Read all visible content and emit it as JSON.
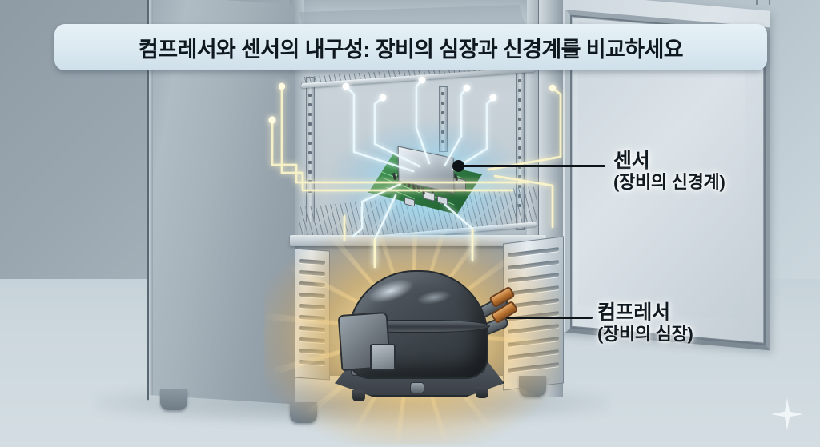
{
  "title": {
    "text": "컴프레서와 센서의 내구성: 장비의 심장과 신경계를 비교하세요"
  },
  "callouts": [
    {
      "id": "sensor",
      "label": "센서",
      "sublabel": "(장비의 신경계)",
      "target": "circuit-board-sensor"
    },
    {
      "id": "compressor",
      "label": "컴프레서",
      "sublabel": "(장비의 심장)",
      "target": "compressor-unit"
    }
  ],
  "scene": {
    "subject": "commercial-refrigerator-cutaway",
    "sensor_glow_color": "#8cdcfa",
    "compressor_glow_color": "#f7be56",
    "background_color": "#9aa7b0",
    "floor_color": "#cdd8de",
    "title_box_color": "#dbe9f1",
    "title_text_color": "#10181f",
    "pcb_color": "#2f7a42",
    "chip_color": "#c2ccd4",
    "compressor_body_color": "#3c4349",
    "copper_pipe_color": "#b9712f",
    "leader_line_color": "#0f1419"
  },
  "decorations": [
    {
      "name": "sparkle",
      "glyph": "4-point-star"
    }
  ]
}
